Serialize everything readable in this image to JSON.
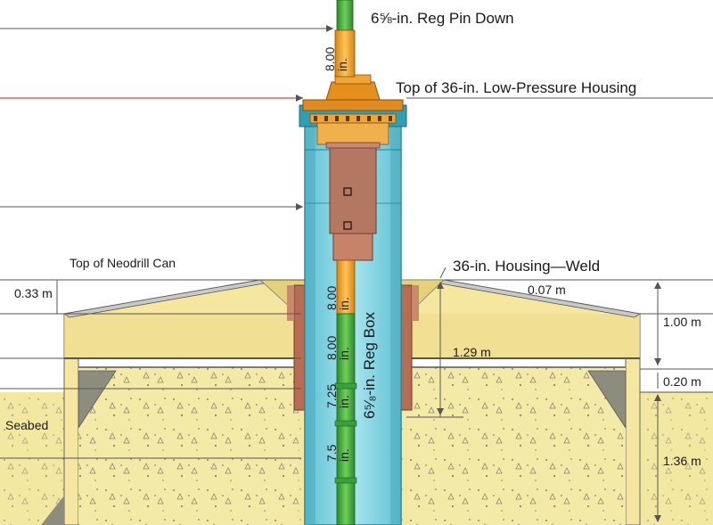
{
  "labels": {
    "pin_down": "6⅝-in. Reg Pin Down",
    "lp_housing_top": "Top of 36-in. Low-Pressure Housing",
    "neodrill_top": "Top of Neodrill Can",
    "housing_weld": "36-in. Housing—Weld",
    "seabed": "Seabed",
    "reg_box": "6⁵⁄₈-in. Reg Box"
  },
  "dimensions": {
    "d_033": "0.33 m",
    "d_007": "0.07 m",
    "d_100": "1.00 m",
    "d_129": "1.29 m",
    "d_020": "0.20 m",
    "d_136": "1.36 m"
  },
  "pipe_lengths": {
    "top": {
      "value": "8.00",
      "unit": "in."
    },
    "seg1": {
      "value": "8.00",
      "unit": "in."
    },
    "seg2": {
      "value": "8.00",
      "unit": "in."
    },
    "seg3": {
      "value": "7.25",
      "unit": "in."
    },
    "seg4": {
      "value": "7.5",
      "unit": "in."
    }
  },
  "colors": {
    "pipe_green": "#3f9a3a",
    "pipe_orange": "#f3a31b",
    "casing_cyan": "#7fd3e3",
    "housing_brown": "#c07a62",
    "can_yellow": "#f5e7a0",
    "seabed_yellow": "#f2e8a2",
    "datum_red": "#e33a3a"
  }
}
